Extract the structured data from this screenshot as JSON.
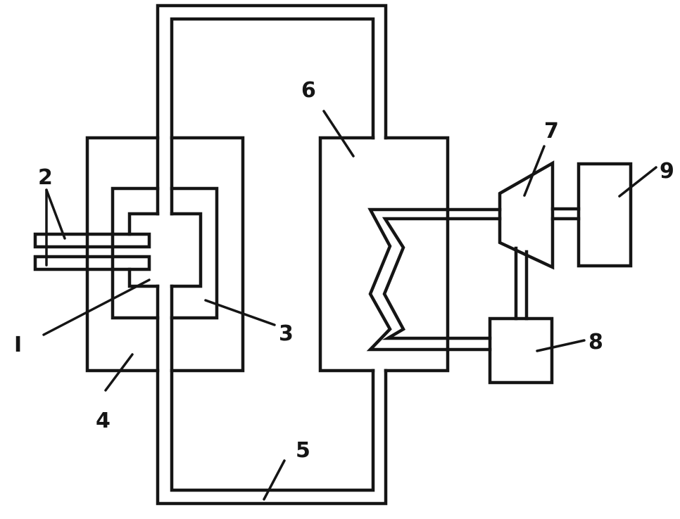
{
  "labels": {
    "l1": "I",
    "l2": "2",
    "l3": "3",
    "l4": "4",
    "l5": "5",
    "l6": "6",
    "l7": "7",
    "l8": "8",
    "l9": "9"
  },
  "colors": {
    "line": "#151515",
    "background": "#ffffff"
  }
}
